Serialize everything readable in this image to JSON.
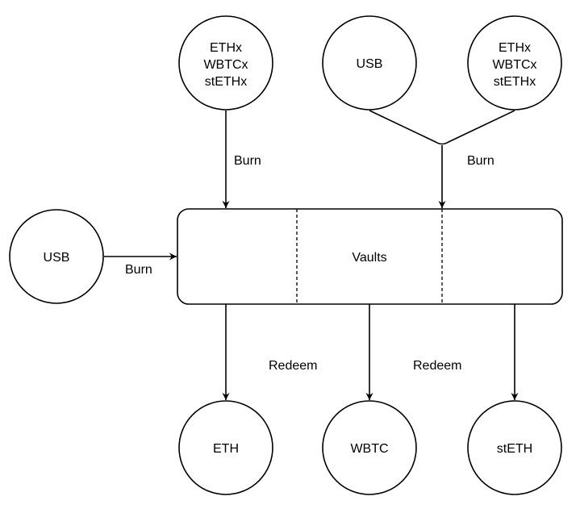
{
  "nodes": {
    "top_left_tokens": [
      "ETHx",
      "WBTCx",
      "stETHx"
    ],
    "top_mid_usb": "USB",
    "top_right_tokens": [
      "ETHx",
      "WBTCx",
      "stETHx"
    ],
    "left_usb": "USB",
    "vaults": "Vaults",
    "eth": "ETH",
    "wbtc": "WBTC",
    "steth": "stETH"
  },
  "edges": {
    "burn_top_left": "Burn",
    "burn_top_right": "Burn",
    "burn_left": "Burn",
    "redeem_left": "Redeem",
    "redeem_right": "Redeem"
  }
}
